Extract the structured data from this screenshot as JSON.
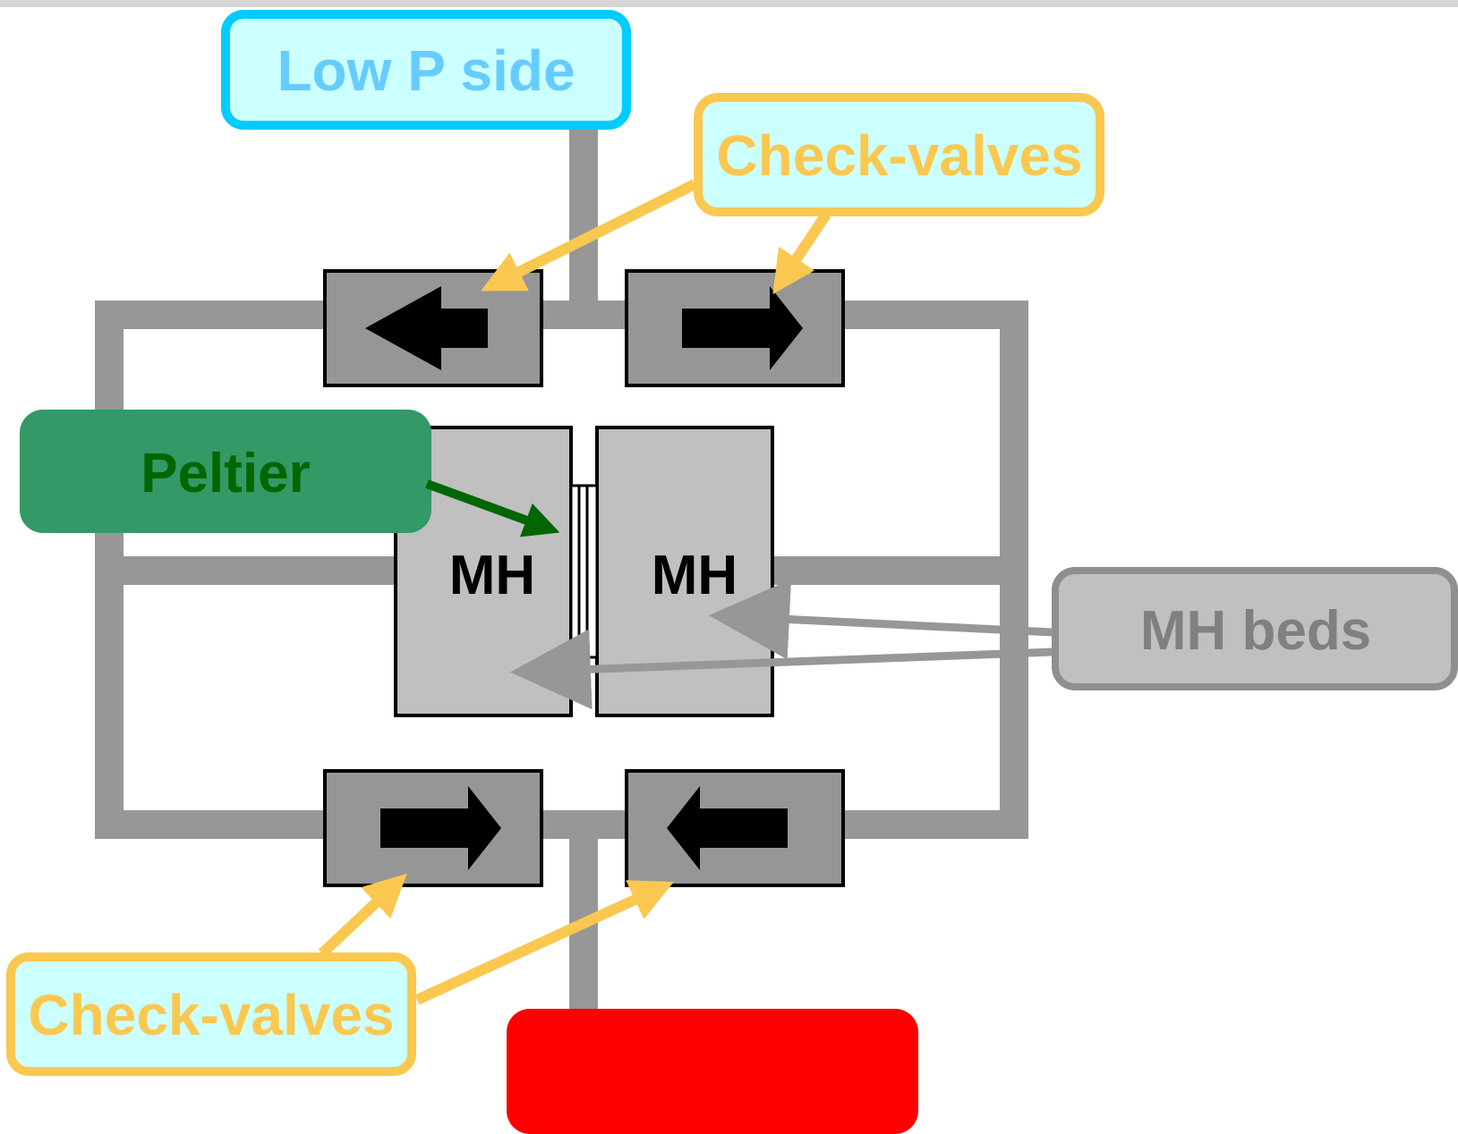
{
  "labels": {
    "low_p_side": "Low P side",
    "check_valves_top": "Check-valves",
    "check_valves_bottom": "Check-valves",
    "peltier": "Peltier",
    "mh_left": "MH",
    "mh_right": "MH",
    "mh_beds": "MH beds",
    "high_p_side": ""
  },
  "colors": {
    "pipe": "#979797",
    "valve_fill": "#969696",
    "mh_fill": "#c0c0c0",
    "low_p_fill": "#ccffff",
    "low_p_border": "#00ccff",
    "low_p_text": "#66ccff",
    "check_fill": "#ccffff",
    "check_border": "#fac850",
    "check_text": "#fac850",
    "peltier_fill": "#339966",
    "peltier_text": "#006600",
    "mh_beds_fill": "#c0c0c0",
    "mh_beds_border": "#8f8f8f",
    "mh_beds_text": "#808080",
    "high_p_fill": "#ff0000"
  }
}
